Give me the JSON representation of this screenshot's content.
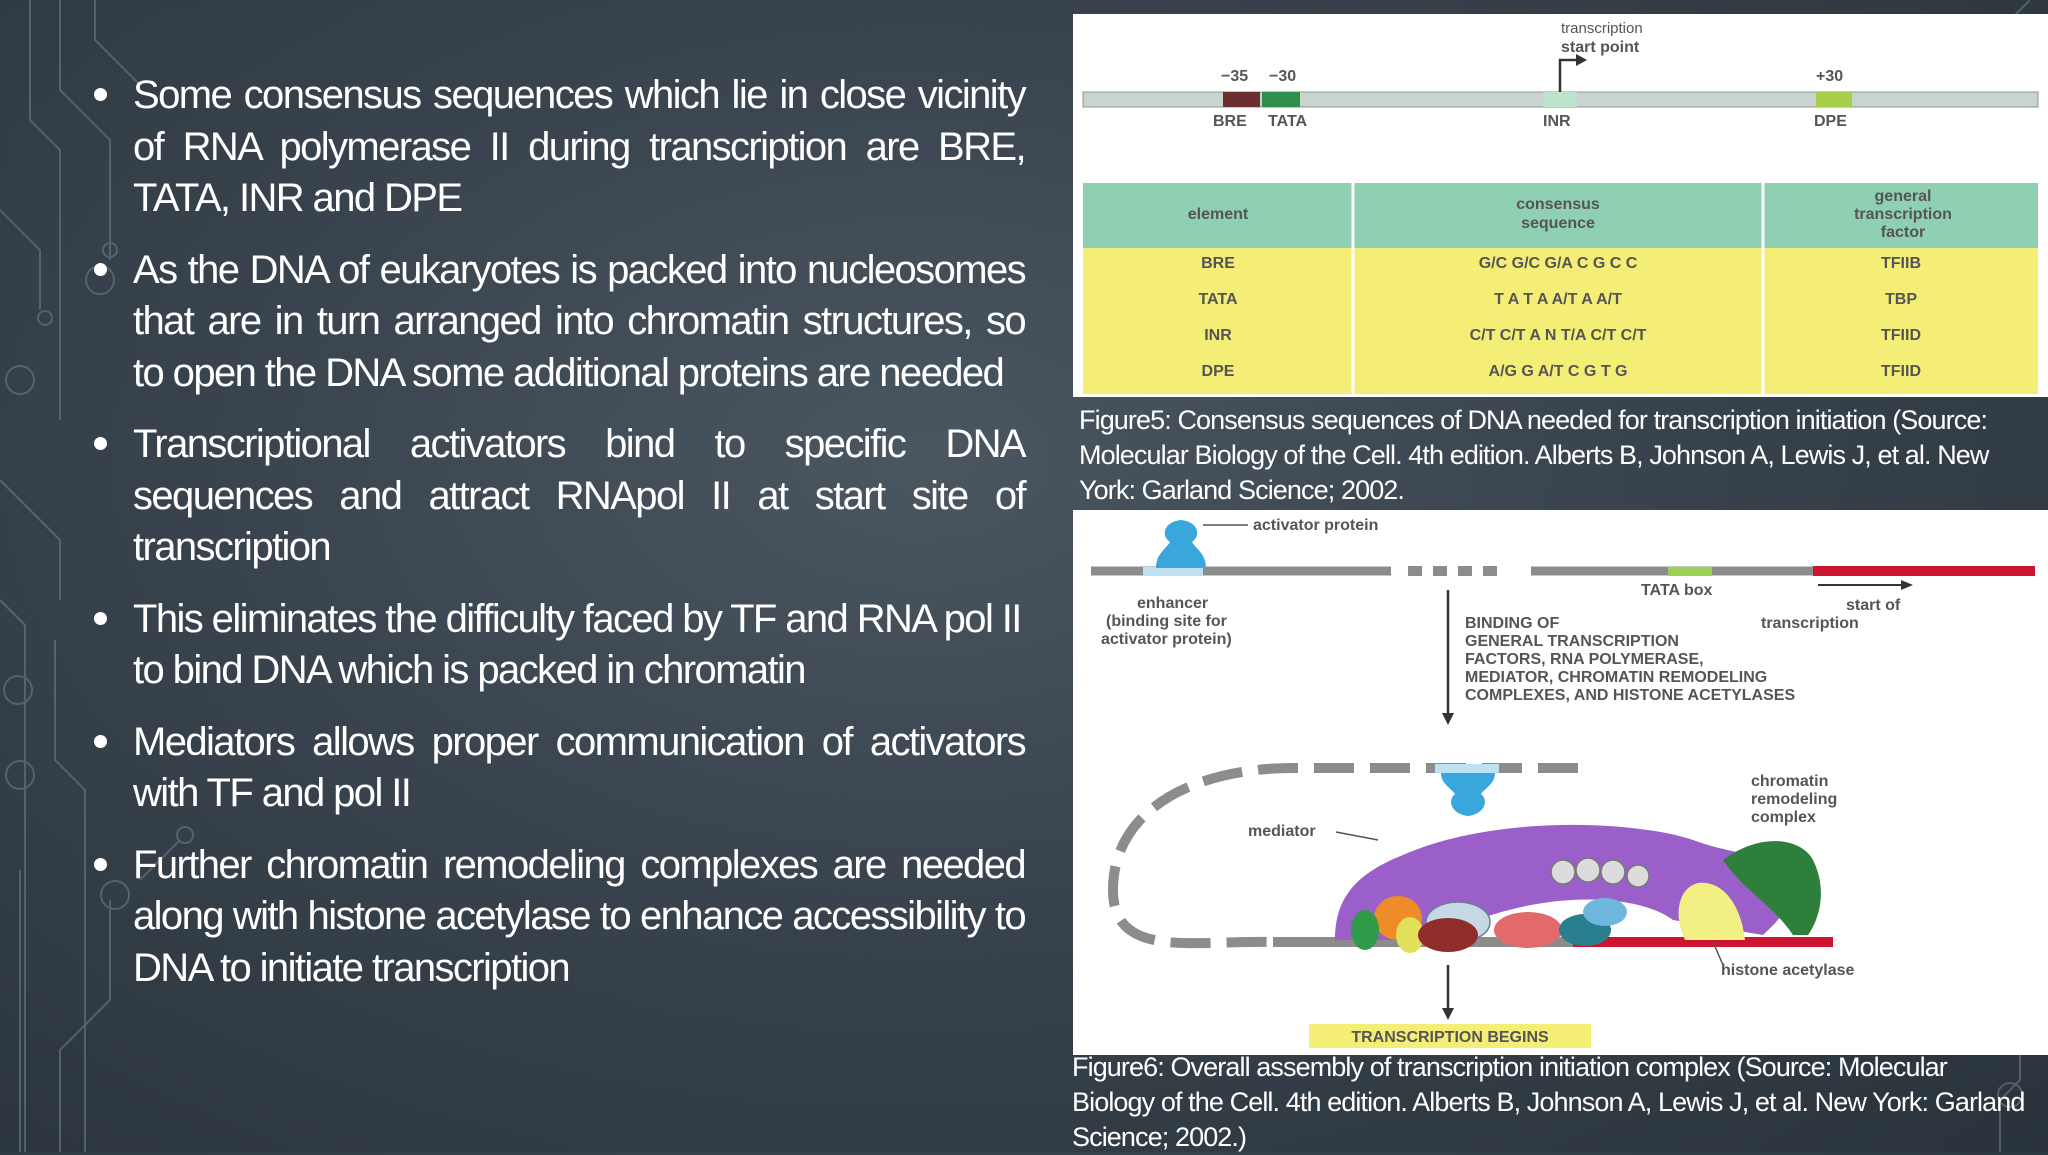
{
  "bullets": [
    "Some consensus sequences which lie in close vicinity of RNA polymerase II during transcription are BRE, TATA, INR and DPE",
    "As the DNA of eukaryotes is packed into nucleosomes that are in turn arranged into chromatin structures, so to open the DNA some additional proteins are needed",
    "Transcriptional activators bind to specific DNA sequences and attract RNApol II at start site of transcription",
    "This eliminates the difficulty faced by TF and RNA pol II to bind DNA which is packed in chromatin",
    "Mediators allows proper communication of activators with TF and pol II",
    "Further chromatin remodeling complexes are needed along with histone acetylase to enhance accessibility to DNA to initiate transcription"
  ],
  "figure5": {
    "tss_label_1": "transcription",
    "tss_label_2": "start point",
    "pos_minus35": "−35",
    "pos_minus30": "−30",
    "pos_plus30": "+30",
    "bre": "BRE",
    "tata": "TATA",
    "inr": "INR",
    "dpe": "DPE",
    "table": {
      "headers": [
        [
          "element"
        ],
        [
          "consensus",
          "sequence"
        ],
        [
          "general",
          "transcription",
          "factor"
        ]
      ],
      "rows": [
        [
          "BRE",
          "G/C G/C G/A C G C C",
          "TFIIB"
        ],
        [
          "TATA",
          "T A T A A/T A A/T",
          "TBP"
        ],
        [
          "INR",
          "C/T C/T A N T/A C/T C/T",
          "TFIID"
        ],
        [
          "DPE",
          "A/G G A/T C G T G",
          "TFIID"
        ]
      ]
    },
    "caption": "Figure5: Consensus sequences of DNA needed for transcription initiation (Source: Molecular Biology of the Cell. 4th edition. Alberts B, Johnson A, Lewis J, et al. New York: Garland Science; 2002."
  },
  "figure6": {
    "activator_protein": "activator protein",
    "enhancer_1": "enhancer",
    "enhancer_2": "(binding site for",
    "enhancer_3": "activator protein)",
    "tata_box": "TATA box",
    "start_1": "start of",
    "start_2": "transcription",
    "binding_1": "BINDING OF",
    "binding_2": "GENERAL TRANSCRIPTION",
    "binding_3": "FACTORS, RNA POLYMERASE,",
    "binding_4": "MEDIATOR, CHROMATIN REMODELING",
    "binding_5": "COMPLEXES, AND HISTONE ACETYLASES",
    "mediator": "mediator",
    "chromatin_1": "chromatin",
    "chromatin_2": "remodeling",
    "chromatin_3": "complex",
    "histone": "histone acetylase",
    "begins": "TRANSCRIPTION BEGINS",
    "caption": "Figure6: Overall assembly of transcription initiation complex (Source: Molecular Biology of the Cell. 4th edition. Alberts B, Johnson A, Lewis J, et al. New York: Garland Science; 2002.)"
  }
}
